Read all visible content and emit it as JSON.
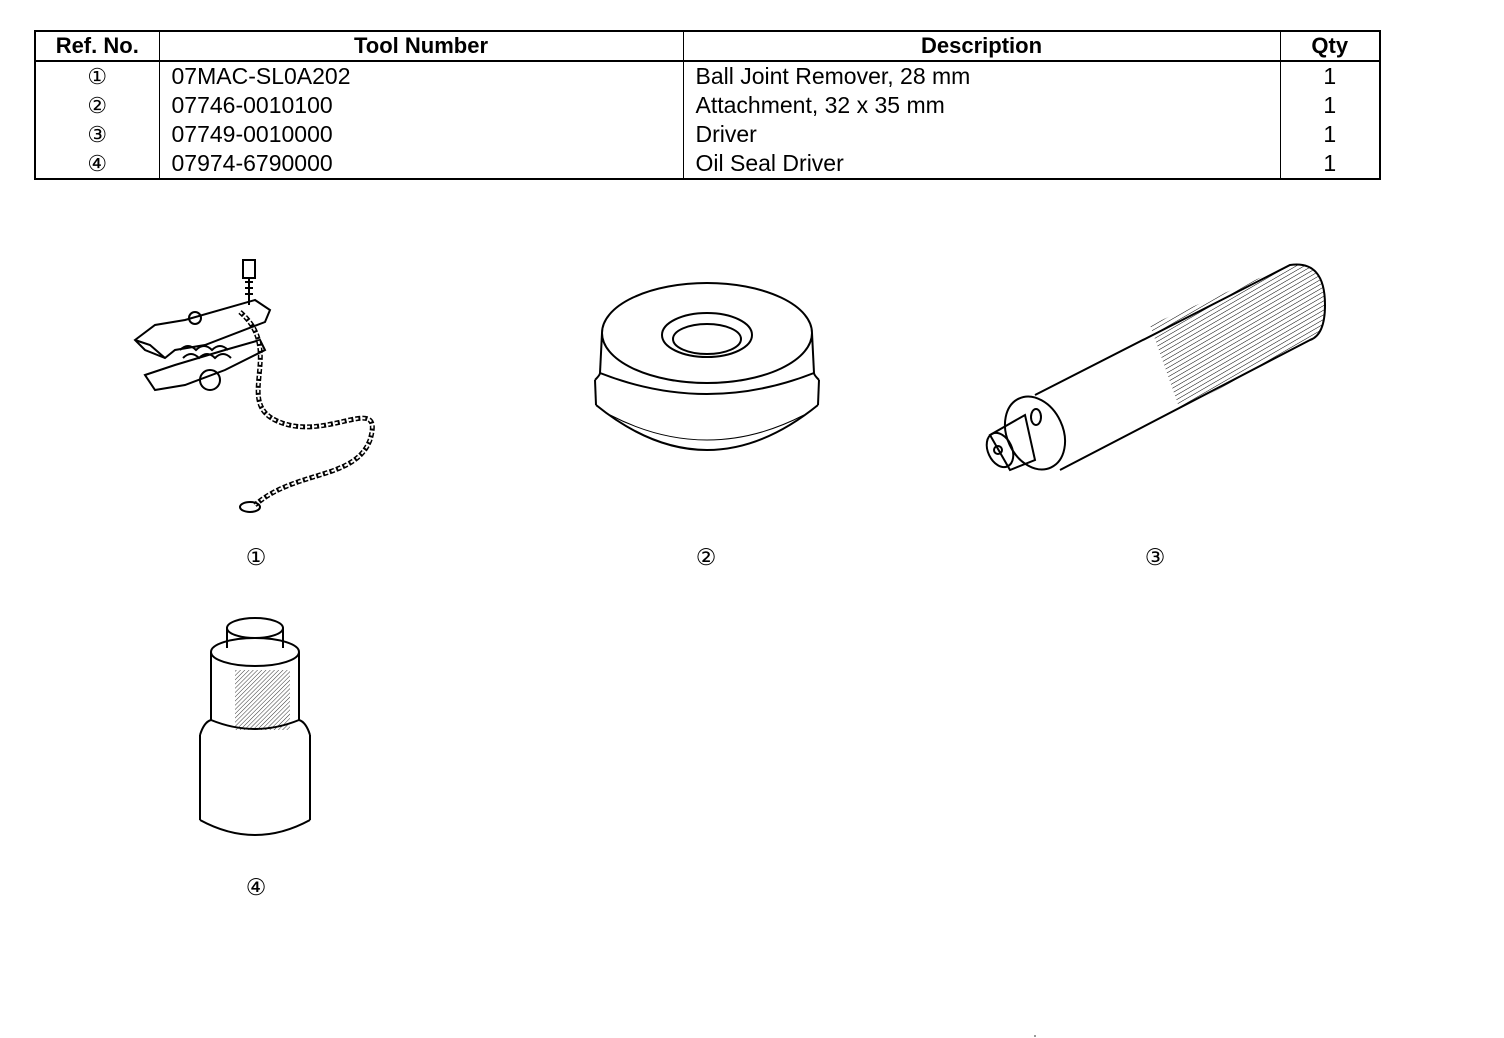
{
  "table": {
    "headers": {
      "ref_no": "Ref. No.",
      "tool_number": "Tool Number",
      "description": "Description",
      "qty": "Qty"
    },
    "rows": [
      {
        "ref": "①",
        "tool_number": "07MAC-SL0A202",
        "description": "Ball Joint Remover, 28 mm",
        "qty": "1"
      },
      {
        "ref": "②",
        "tool_number": "07746-0010100",
        "description": "Attachment, 32 x 35 mm",
        "qty": "1"
      },
      {
        "ref": "③",
        "tool_number": "07749-0010000",
        "description": "Driver",
        "qty": "1"
      },
      {
        "ref": "④",
        "tool_number": "07974-6790000",
        "description": "Oil Seal Driver",
        "qty": "1"
      }
    ]
  },
  "figures": {
    "fig1_label": "①",
    "fig2_label": "②",
    "fig3_label": "③",
    "fig4_label": "④"
  }
}
